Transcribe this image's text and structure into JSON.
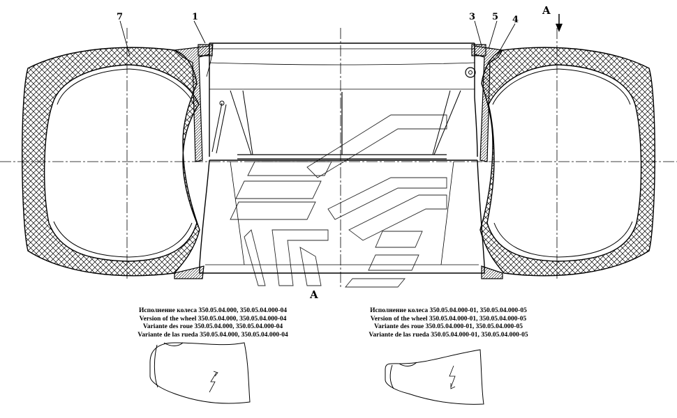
{
  "callouts": {
    "c7": "7",
    "c1": "1",
    "c3": "3",
    "c5": "5",
    "c4": "4"
  },
  "section": {
    "top": "A",
    "bottom": "A"
  },
  "captions": {
    "left": [
      "Исполнение колеса 350.05.04.000, 350.05.04.000-04",
      "Version of the wheel 350.05.04.000, 350.05.04.000-04",
      "Variante des roue 350.05.04.000, 350.05.04.000-04",
      "Variante de las rueda 350.05.04.000, 350.05.04.000-04"
    ],
    "right": [
      "Исполнение колеса 350.05.04.000-01, 350.05.04.000-05",
      "Version of the wheel 350.05.04.000-01, 350.05.04.000-05",
      "Variante des roue 350.05.04.000-01, 350.05.04.000-05",
      "Variante de las rueda 350.05.04.000-01, 350.05.04.000-05"
    ]
  }
}
